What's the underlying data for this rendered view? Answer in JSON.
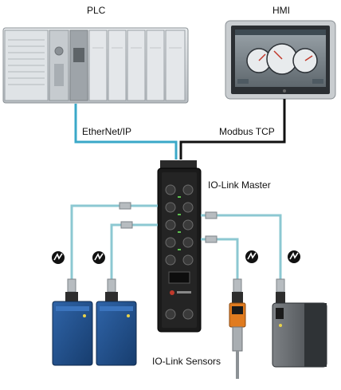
{
  "labels": {
    "plc": "PLC",
    "hmi": "HMI",
    "ethernet_ip": "EtherNet/IP",
    "modbus_tcp": "Modbus TCP",
    "io_link_master": "IO-Link Master",
    "io_link_sensors": "IO-Link Sensors"
  },
  "colors": {
    "ethernet_cable": "#3aa8c8",
    "modbus_cable": "#111111",
    "sensor_cable": "#8cc8d2",
    "plc_body": "#d6d9dc",
    "sensor_blue": "#1f4e8c",
    "master_body": "#1a1a1a"
  }
}
